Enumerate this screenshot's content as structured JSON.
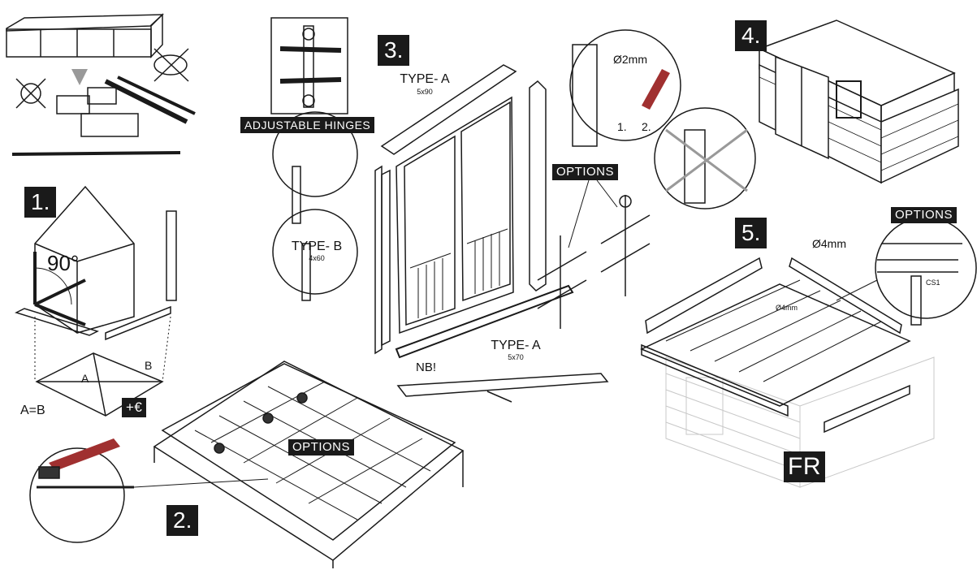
{
  "steps": {
    "s1": "1.",
    "s2": "2.",
    "s3": "3.",
    "s4": "4.",
    "s5": "5."
  },
  "hinges_label": "ADJUSTABLE HINGES",
  "options": [
    "OPTIONS",
    "OPTIONS",
    "OPTIONS"
  ],
  "type_a_top": {
    "name": "TYPE- A",
    "size": "5x90"
  },
  "type_b": {
    "name": "TYPE- B",
    "size": "4x60"
  },
  "type_a_bottom": {
    "name": "TYPE- A",
    "size": "5x70"
  },
  "drill_small": "Ø2mm",
  "order_1": "1.",
  "order_2": "2.",
  "drill_roof_1": "Ø4mm",
  "drill_roof_2": "Ø4mm",
  "cs_label": "CS1",
  "angle": "90°",
  "point_a": "A",
  "point_b": "B",
  "equal_diag": "A=B",
  "extra_cost": "+€",
  "nb": "NB!",
  "country": "FR",
  "colors": {
    "ink": "#1a1a1a",
    "ghost": "#c8c8c8"
  }
}
